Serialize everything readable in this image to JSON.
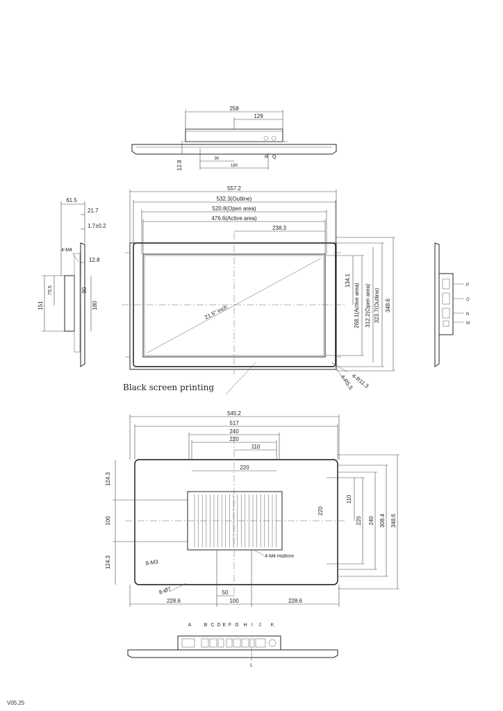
{
  "top_view": {
    "d1": "258",
    "d2": "129",
    "d3": "12.8",
    "d4": "90",
    "d5": "180",
    "p1": "R",
    "p2": "Q"
  },
  "front_view": {
    "w1": "557.2",
    "w2": "532.3(Outline)",
    "w3": "520.8(Open area)",
    "w4": "476.6(Active area)",
    "w5": "238.3",
    "h1": "134.1",
    "h2": "268.1(Active area)",
    "h3": "312.2(Open area)",
    "h4": "323.7(Outline)",
    "h5": "348.6",
    "diag": "21.5\" inch",
    "r1": "4-R11.3",
    "r2": "4-R5.5",
    "note": "Black screen printing"
  },
  "side_left": {
    "d1": "61.5",
    "d2": "21.7",
    "d3": "1.7±0.2",
    "d4": "4-M4",
    "d5": "12.8",
    "d6": "75.5",
    "d7": "90",
    "d8": "180",
    "d9": "151"
  },
  "side_right": {
    "p": "P",
    "o": "O",
    "n": "N",
    "m": "M"
  },
  "rear_view": {
    "w1": "545.2",
    "w2": "517",
    "w3": "240",
    "w4": "220",
    "w5": "110",
    "w6": "220",
    "l1": "124.3",
    "l2": "100",
    "l3": "124.3",
    "r1": "110",
    "r2": "220",
    "r3": "240",
    "r4": "308.4",
    "r5": "348.6",
    "r6": "220",
    "screw": "4-M4 H≤8mm",
    "m3": "8-M3",
    "hole": "8-Ø7",
    "b1": "50",
    "b2": "228.6",
    "b3": "100",
    "b4": "228.6"
  },
  "bottom_view": {
    "ports": [
      "A",
      "B",
      "C",
      "D",
      "E",
      "F",
      "G",
      "H",
      "I",
      "J",
      "K"
    ],
    "l": "L"
  },
  "version": "V05.25"
}
